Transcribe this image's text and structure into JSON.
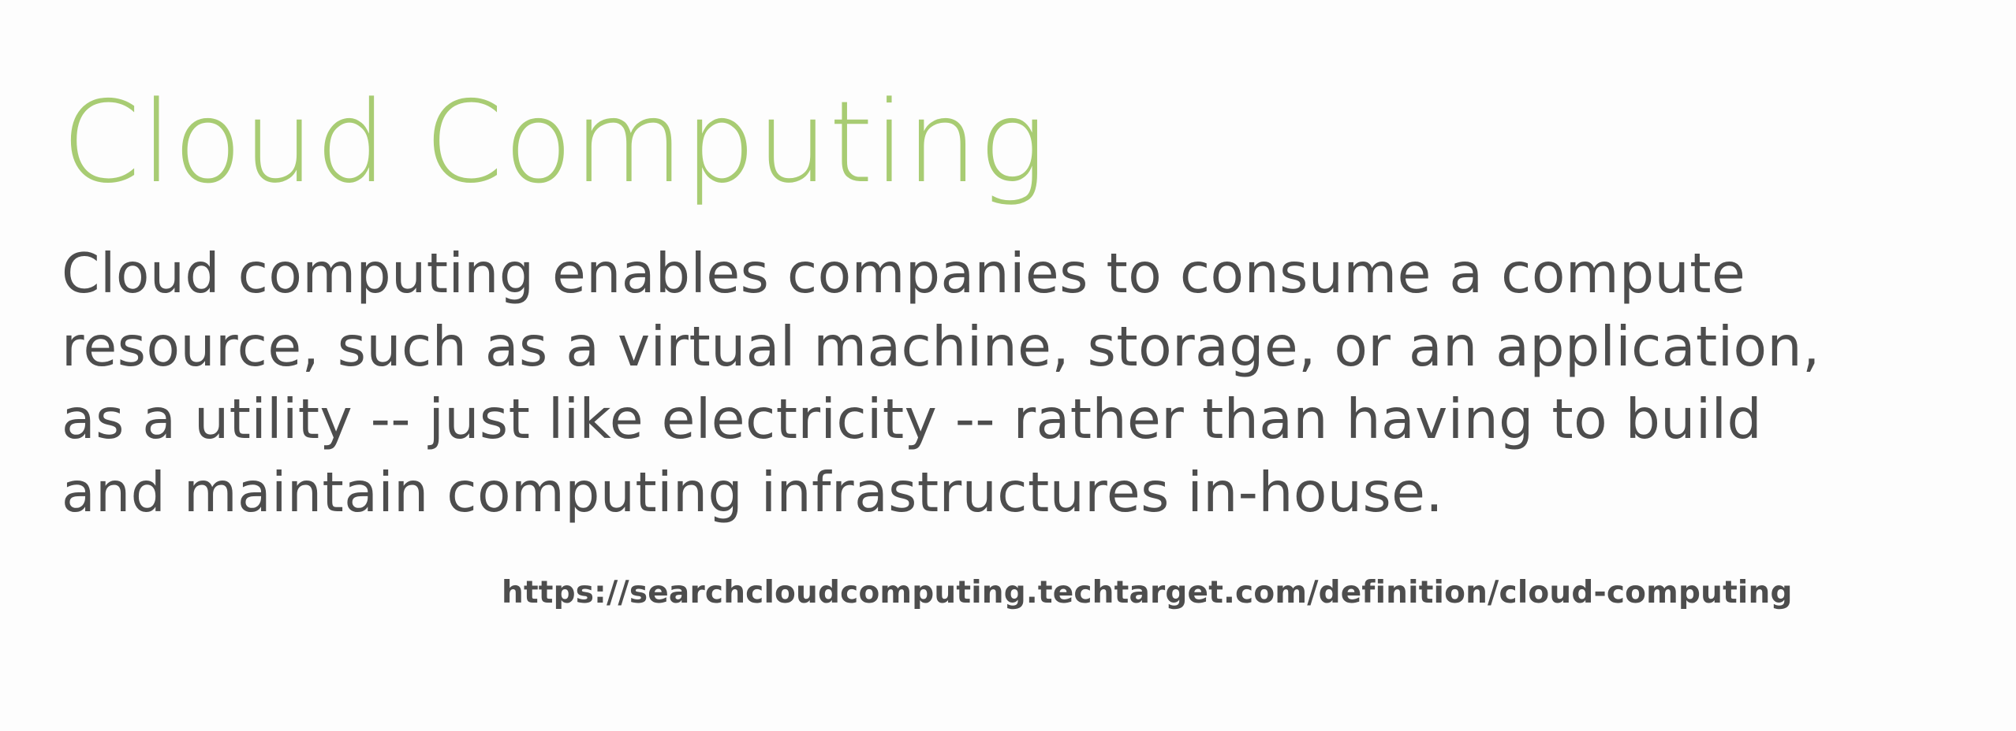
{
  "colors": {
    "background": "#fdfdfd",
    "title": "#a8cc73",
    "body_text": "#4d4d4d",
    "url_text": "#4d4d4d"
  },
  "slide": {
    "title": "Cloud Computing",
    "body_lines": [
      "Cloud computing enables companies to consume a compute",
      "resource, such as a virtual machine, storage, or an application,",
      "as a utility -- just like electricity -- rather than having to build",
      "and maintain computing infrastructures in-house."
    ],
    "source_url": "https://searchcloudcomputing.techtarget.com/definition/cloud-computing"
  }
}
